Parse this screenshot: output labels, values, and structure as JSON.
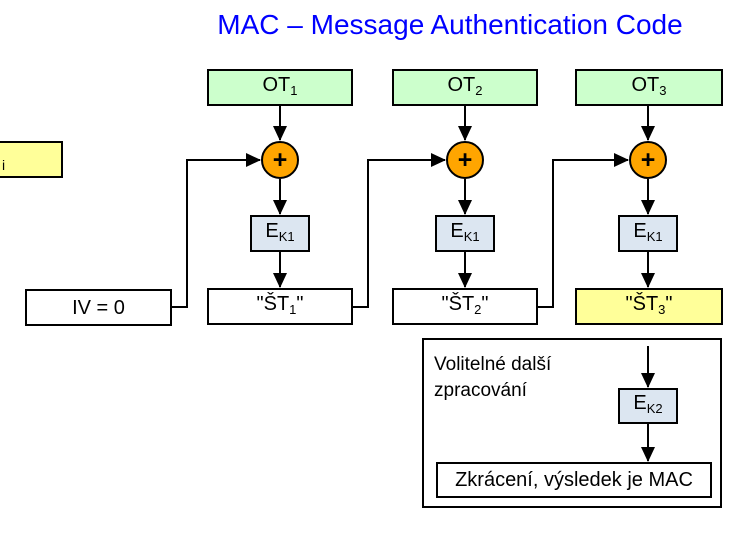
{
  "title": "MAC – Message Authentication Code",
  "symbols": {
    "xor": "+"
  },
  "columns": [
    {
      "ot_main": "OT",
      "ot_sub": "1",
      "e_main": "E",
      "e_sub": "K1",
      "st_pre": "\"ŠT",
      "st_sub": "1",
      "st_post": "\""
    },
    {
      "ot_main": "OT",
      "ot_sub": "2",
      "e_main": "E",
      "e_sub": "K1",
      "st_pre": "\"ŠT",
      "st_sub": "2",
      "st_post": "\""
    },
    {
      "ot_main": "OT",
      "ot_sub": "3",
      "e_main": "E",
      "e_sub": "K1",
      "st_pre": "\"ŠT",
      "st_sub": "3",
      "st_post": "\""
    }
  ],
  "iv_label": "IV = 0",
  "clipped_label": "i",
  "optional": {
    "caption_line1": "Volitelné další",
    "caption_line2": "zpracování",
    "e2_main": "E",
    "e2_sub": "K2",
    "result": "Zkrácení, výsledek je MAC"
  },
  "colors": {
    "title_blue": "#0000ff",
    "ot_fill": "#ccffcc",
    "xor_fill": "#ffa500",
    "e_fill": "#dce6f1",
    "st3_fill": "#ffff99",
    "clipped_fill": "#ffff99",
    "box_fill": "#ffffff",
    "line": "#000000"
  }
}
